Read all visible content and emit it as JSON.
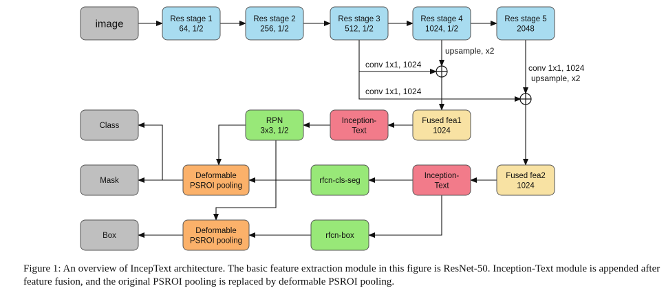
{
  "colors": {
    "gray": "#bfbfbf",
    "blue": "#a8dcf0",
    "green": "#98e878",
    "red": "#f27b8a",
    "orange": "#fbb16a",
    "yellow": "#f8e2a3",
    "stroke": "#555555",
    "line": "#111111"
  },
  "nodes": {
    "image": {
      "lines": [
        "image"
      ]
    },
    "res1": {
      "lines": [
        "Res stage 1",
        "64, 1/2"
      ]
    },
    "res2": {
      "lines": [
        "Res stage 2",
        "256, 1/2"
      ]
    },
    "res3": {
      "lines": [
        "Res stage 3",
        "512, 1/2"
      ]
    },
    "res4": {
      "lines": [
        "Res stage 4",
        "1024, 1/2"
      ]
    },
    "res5": {
      "lines": [
        "Res stage 5",
        "2048"
      ]
    },
    "fused1": {
      "lines": [
        "Fused fea1",
        "1024"
      ]
    },
    "inception1": {
      "lines": [
        "Inception-",
        "Text"
      ]
    },
    "rpn": {
      "lines": [
        "RPN",
        "3x3, 1/2"
      ]
    },
    "class": {
      "lines": [
        "Class"
      ]
    },
    "mask": {
      "lines": [
        "Mask"
      ]
    },
    "box": {
      "lines": [
        "Box"
      ]
    },
    "deform1": {
      "lines": [
        "Deformable",
        "PSROI pooling"
      ]
    },
    "rfcn_cls": {
      "lines": [
        "rfcn-cls-seg"
      ]
    },
    "inception2": {
      "lines": [
        "Inception-",
        "Text"
      ]
    },
    "fused2": {
      "lines": [
        "Fused fea2",
        "1024"
      ]
    },
    "deform2": {
      "lines": [
        "Deformable",
        "PSROI pooling"
      ]
    },
    "rfcn_box": {
      "lines": [
        "rfcn-box"
      ]
    }
  },
  "edge_labels": {
    "upsample4": "upsample, x2",
    "conv_res3_a": "conv 1x1, 1024",
    "conv_res3_b": "conv 1x1, 1024",
    "conv_res5": "conv 1x1, 1024",
    "upsample5": "upsample, x2"
  },
  "caption": "Figure 1: An overview of IncepText architecture. The basic feature extraction module in this figure is ResNet-50. Inception-Text module is appended after feature fusion, and the original PSROI pooling is replaced by deformable PSROI pooling."
}
